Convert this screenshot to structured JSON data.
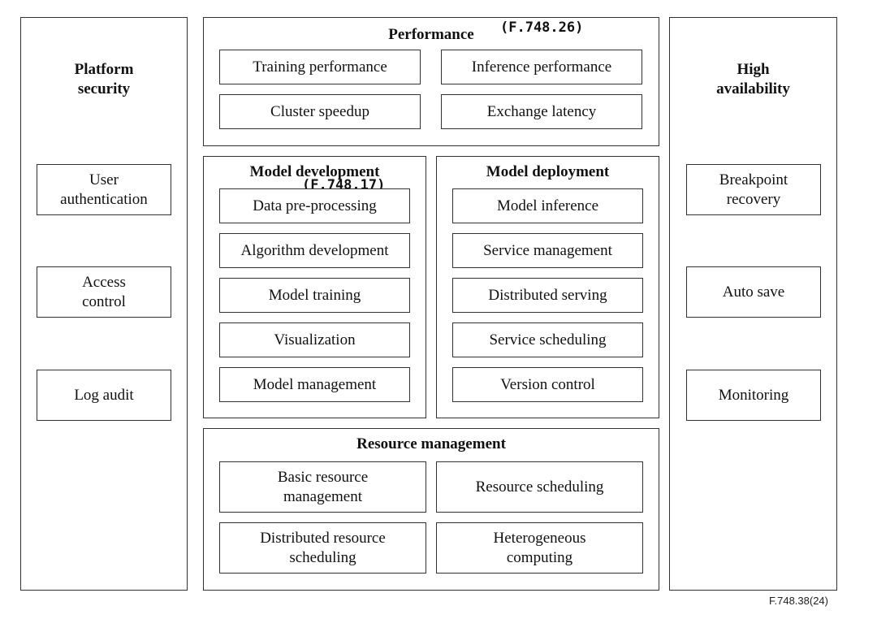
{
  "platform_security": {
    "title": "Platform\nsecurity",
    "items": [
      "User\nauthentication",
      "Access\ncontrol",
      "Log audit"
    ]
  },
  "performance": {
    "title": "Performance",
    "ref": "(F.748.26)",
    "items": [
      "Training performance",
      "Inference performance",
      "Cluster speedup",
      "Exchange latency"
    ]
  },
  "model_development": {
    "title": "Model development",
    "ref": "(F.748.17)",
    "items": [
      "Data pre-processing",
      "Algorithm development",
      "Model training",
      "Visualization",
      "Model management"
    ]
  },
  "model_deployment": {
    "title": "Model deployment",
    "items": [
      "Model inference",
      "Service management",
      "Distributed serving",
      "Service scheduling",
      "Version control"
    ]
  },
  "resource_management": {
    "title": "Resource management",
    "items": [
      "Basic resource\nmanagement",
      "Resource scheduling",
      "Distributed resource\nscheduling",
      "Heterogeneous\ncomputing"
    ]
  },
  "high_availability": {
    "title": "High\navailability",
    "items": [
      "Breakpoint\nrecovery",
      "Auto save",
      "Monitoring"
    ]
  },
  "figure_id": "F.748.38(24)"
}
